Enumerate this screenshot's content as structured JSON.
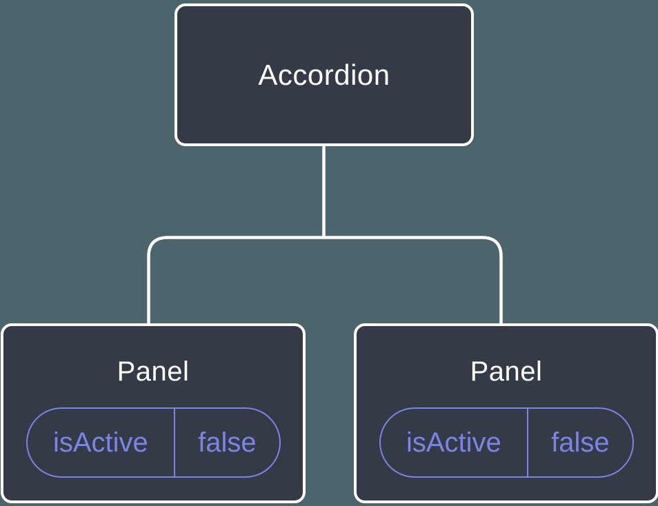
{
  "tree": {
    "root": {
      "label": "Accordion"
    },
    "children": [
      {
        "label": "Panel",
        "state": {
          "name": "isActive",
          "value": "false"
        }
      },
      {
        "label": "Panel",
        "state": {
          "name": "isActive",
          "value": "false"
        }
      }
    ]
  },
  "colors": {
    "background": "#4C656D",
    "node_fill": "#343B47",
    "node_border": "#FFFFFF",
    "node_label_text": "#FFFFFF",
    "state_accent": "#7C84E4",
    "edge": "#FFFFFF"
  }
}
